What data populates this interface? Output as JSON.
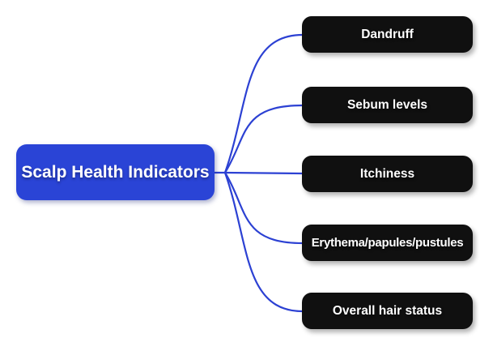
{
  "diagram": {
    "type": "mindmap",
    "background_color": "#ffffff",
    "root": {
      "label": "Scalp Health Indicators",
      "color": "#2a44d6",
      "text_color": "#ffffff"
    },
    "branches": [
      {
        "label": "Dandruff"
      },
      {
        "label": "Sebum levels"
      },
      {
        "label": "Itchiness"
      },
      {
        "label": "Erythema/papules/pustules"
      },
      {
        "label": "Overall hair status"
      }
    ],
    "branch_node_color": "#101010",
    "branch_text_color": "#ffffff",
    "connector_color": "#2c41d3"
  }
}
